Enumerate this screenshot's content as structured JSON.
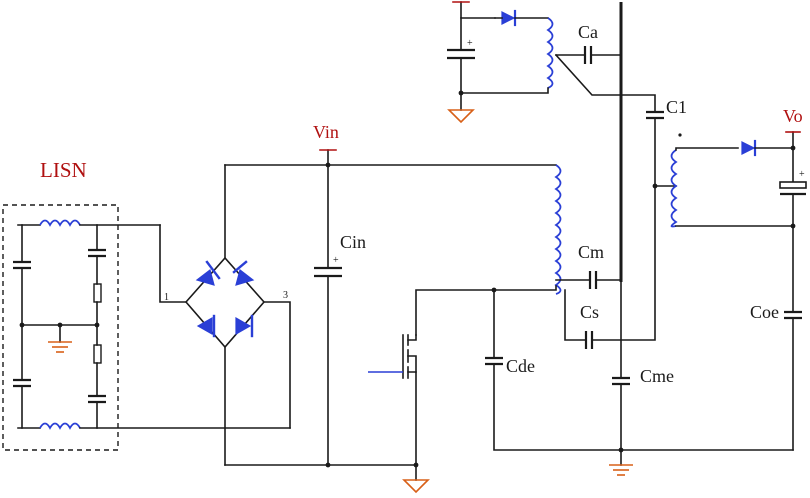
{
  "labels": {
    "lisn": "LISN",
    "vin": "Vin",
    "vo": "Vo",
    "cin": "Cin",
    "ca": "Ca",
    "c1": "C1",
    "cm": "Cm",
    "cs": "Cs",
    "cde": "Cde",
    "cme": "Cme",
    "coe": "Coe",
    "pin1": "1",
    "pin3": "3",
    "plus": "+"
  },
  "colors": {
    "wire": "#1a1a1a",
    "inductor": "#2a3fd6",
    "diode": "#2a3fd6",
    "ground": "#d86018",
    "voltage_label": "#b01010"
  }
}
